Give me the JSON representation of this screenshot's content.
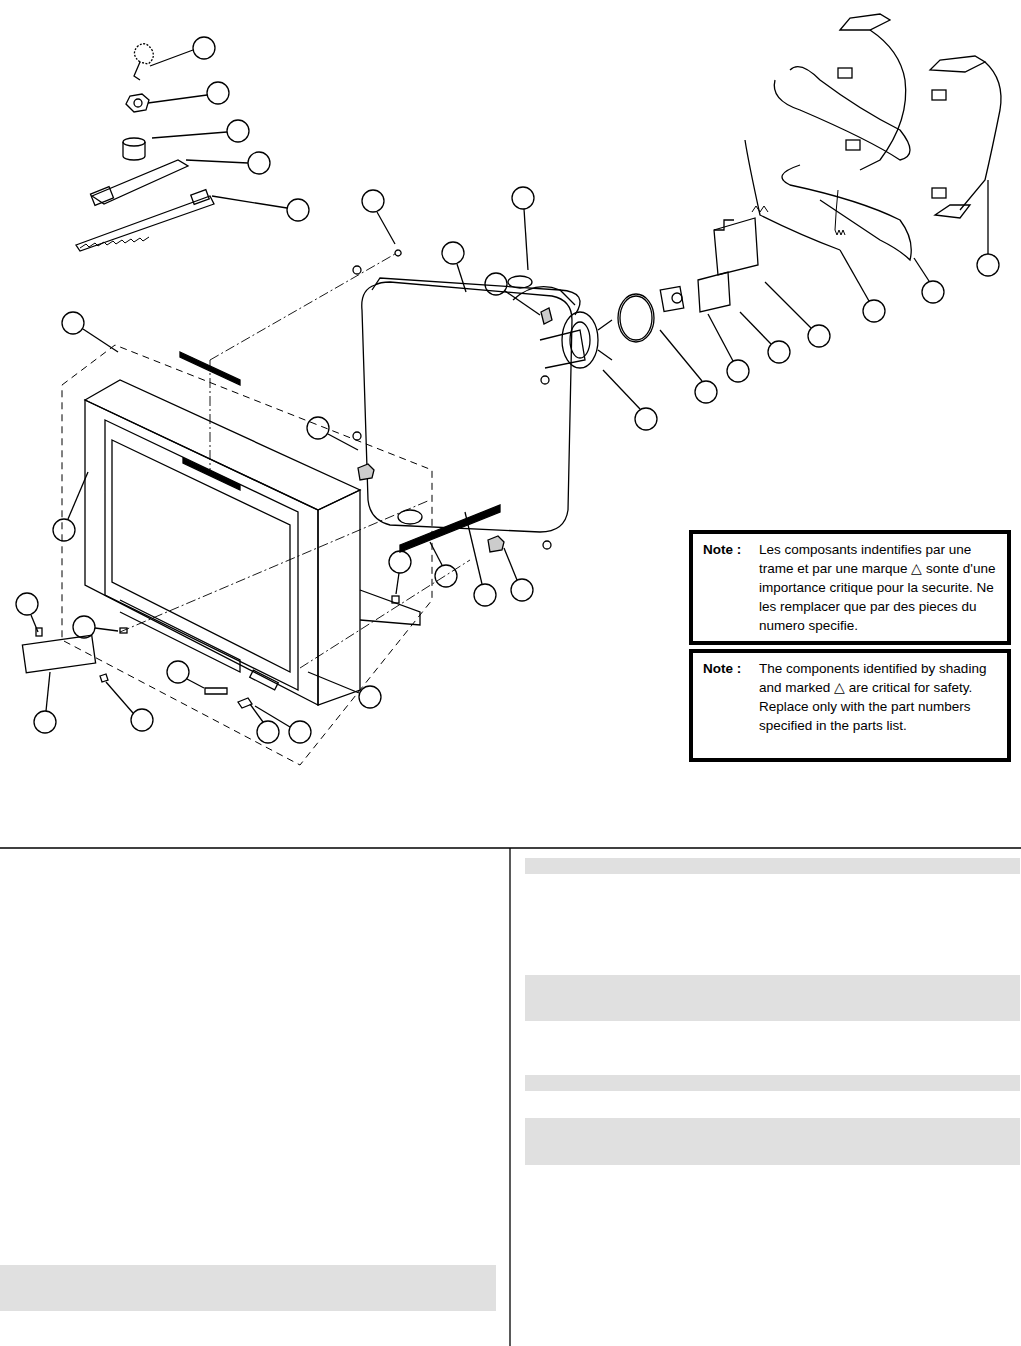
{
  "diagram": {
    "nodes": [
      {
        "text": [
          "Note :",
          "Les composants indentifies par une trame et par une marque △ sonte d'une importance critique pour la securite. Ne les remplacer que par des pieces du numero specifie."
        ]
      },
      {
        "text": [
          "Note :",
          "The components identified by shading and marked △ are critical for safety. Replace only with the part numbers specified in the parts list."
        ]
      }
    ]
  }
}
